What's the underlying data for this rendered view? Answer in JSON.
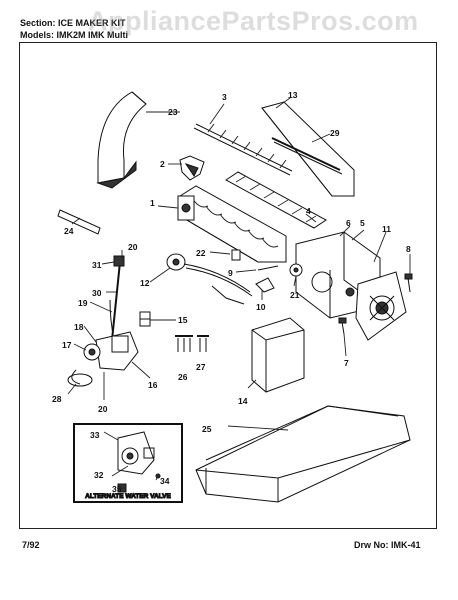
{
  "header": {
    "section_line": "Section: ICE MAKER KIT",
    "models_line": "Models: IMK2M  IMK Multi",
    "watermark": "AppliancePartsPros.com"
  },
  "footer": {
    "date": "7/92",
    "drawing_no": "Drw No:  IMK-41"
  },
  "callouts": {
    "n1": "1",
    "n2": "2",
    "n3": "3",
    "n4": "4",
    "n5": "5",
    "n6": "6",
    "n7": "7",
    "n8": "8",
    "n9": "9",
    "n10": "10",
    "n11": "11",
    "n12": "12",
    "n13": "13",
    "n14": "14",
    "n15": "15",
    "n16": "16",
    "n17": "17",
    "n18": "18",
    "n19": "19",
    "n20a": "20",
    "n20b": "20",
    "n21": "21",
    "n22": "22",
    "n23": "23",
    "n24": "24",
    "n25": "25",
    "n26": "26",
    "n27": "27",
    "n28": "28",
    "n29": "29",
    "n30": "30",
    "n31": "31",
    "n32": "32",
    "n33": "33",
    "n34": "34",
    "n35": "35"
  },
  "inset": {
    "caption": "ALTERNATE WATER VALVE"
  }
}
